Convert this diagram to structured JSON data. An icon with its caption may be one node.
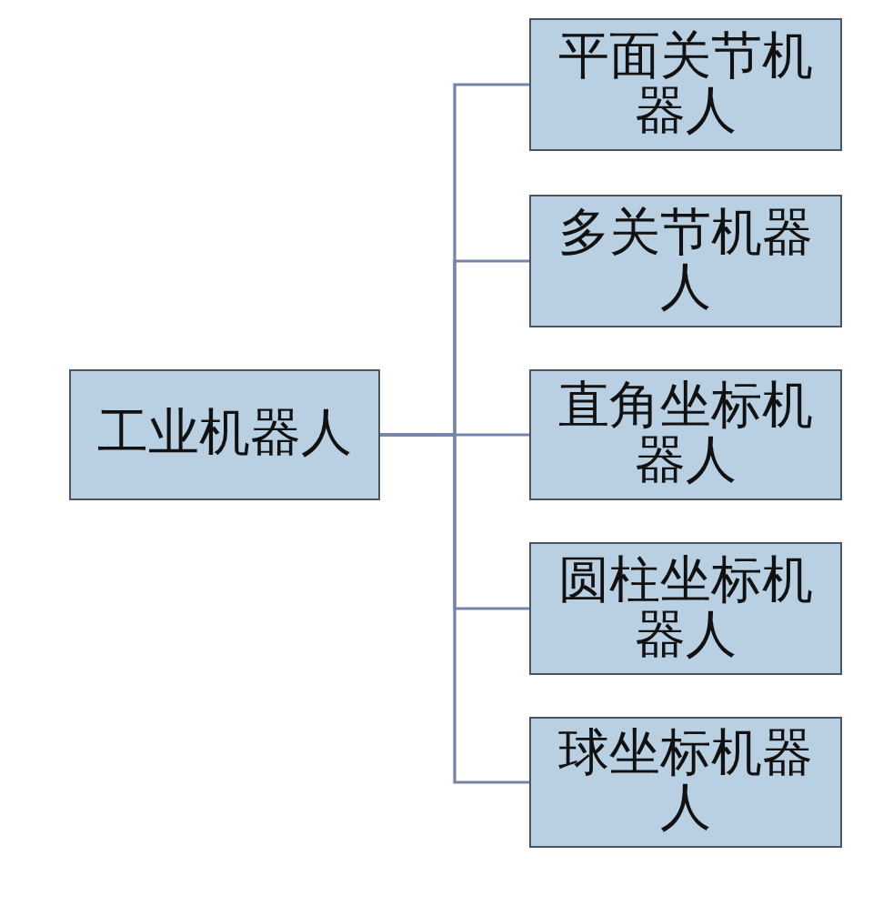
{
  "diagram": {
    "nodes": [
      {
        "text": [
          "工业机器人"
        ]
      },
      {
        "text": [
          "平面关节机器人"
        ]
      },
      {
        "text": [
          "多关节机器人"
        ]
      },
      {
        "text": [
          "直角坐标机器人"
        ]
      },
      {
        "text": [
          "圆柱坐标机器人"
        ]
      },
      {
        "text": [
          "球坐标机器人"
        ]
      }
    ],
    "edges": [
      {
        "from": 0,
        "to": 1,
        "arrow": "none"
      },
      {
        "from": 0,
        "to": 2,
        "arrow": "none"
      },
      {
        "from": 0,
        "to": 3,
        "arrow": "none"
      },
      {
        "from": 0,
        "to": 4,
        "arrow": "none"
      },
      {
        "from": 0,
        "to": 5,
        "arrow": "none"
      }
    ]
  }
}
